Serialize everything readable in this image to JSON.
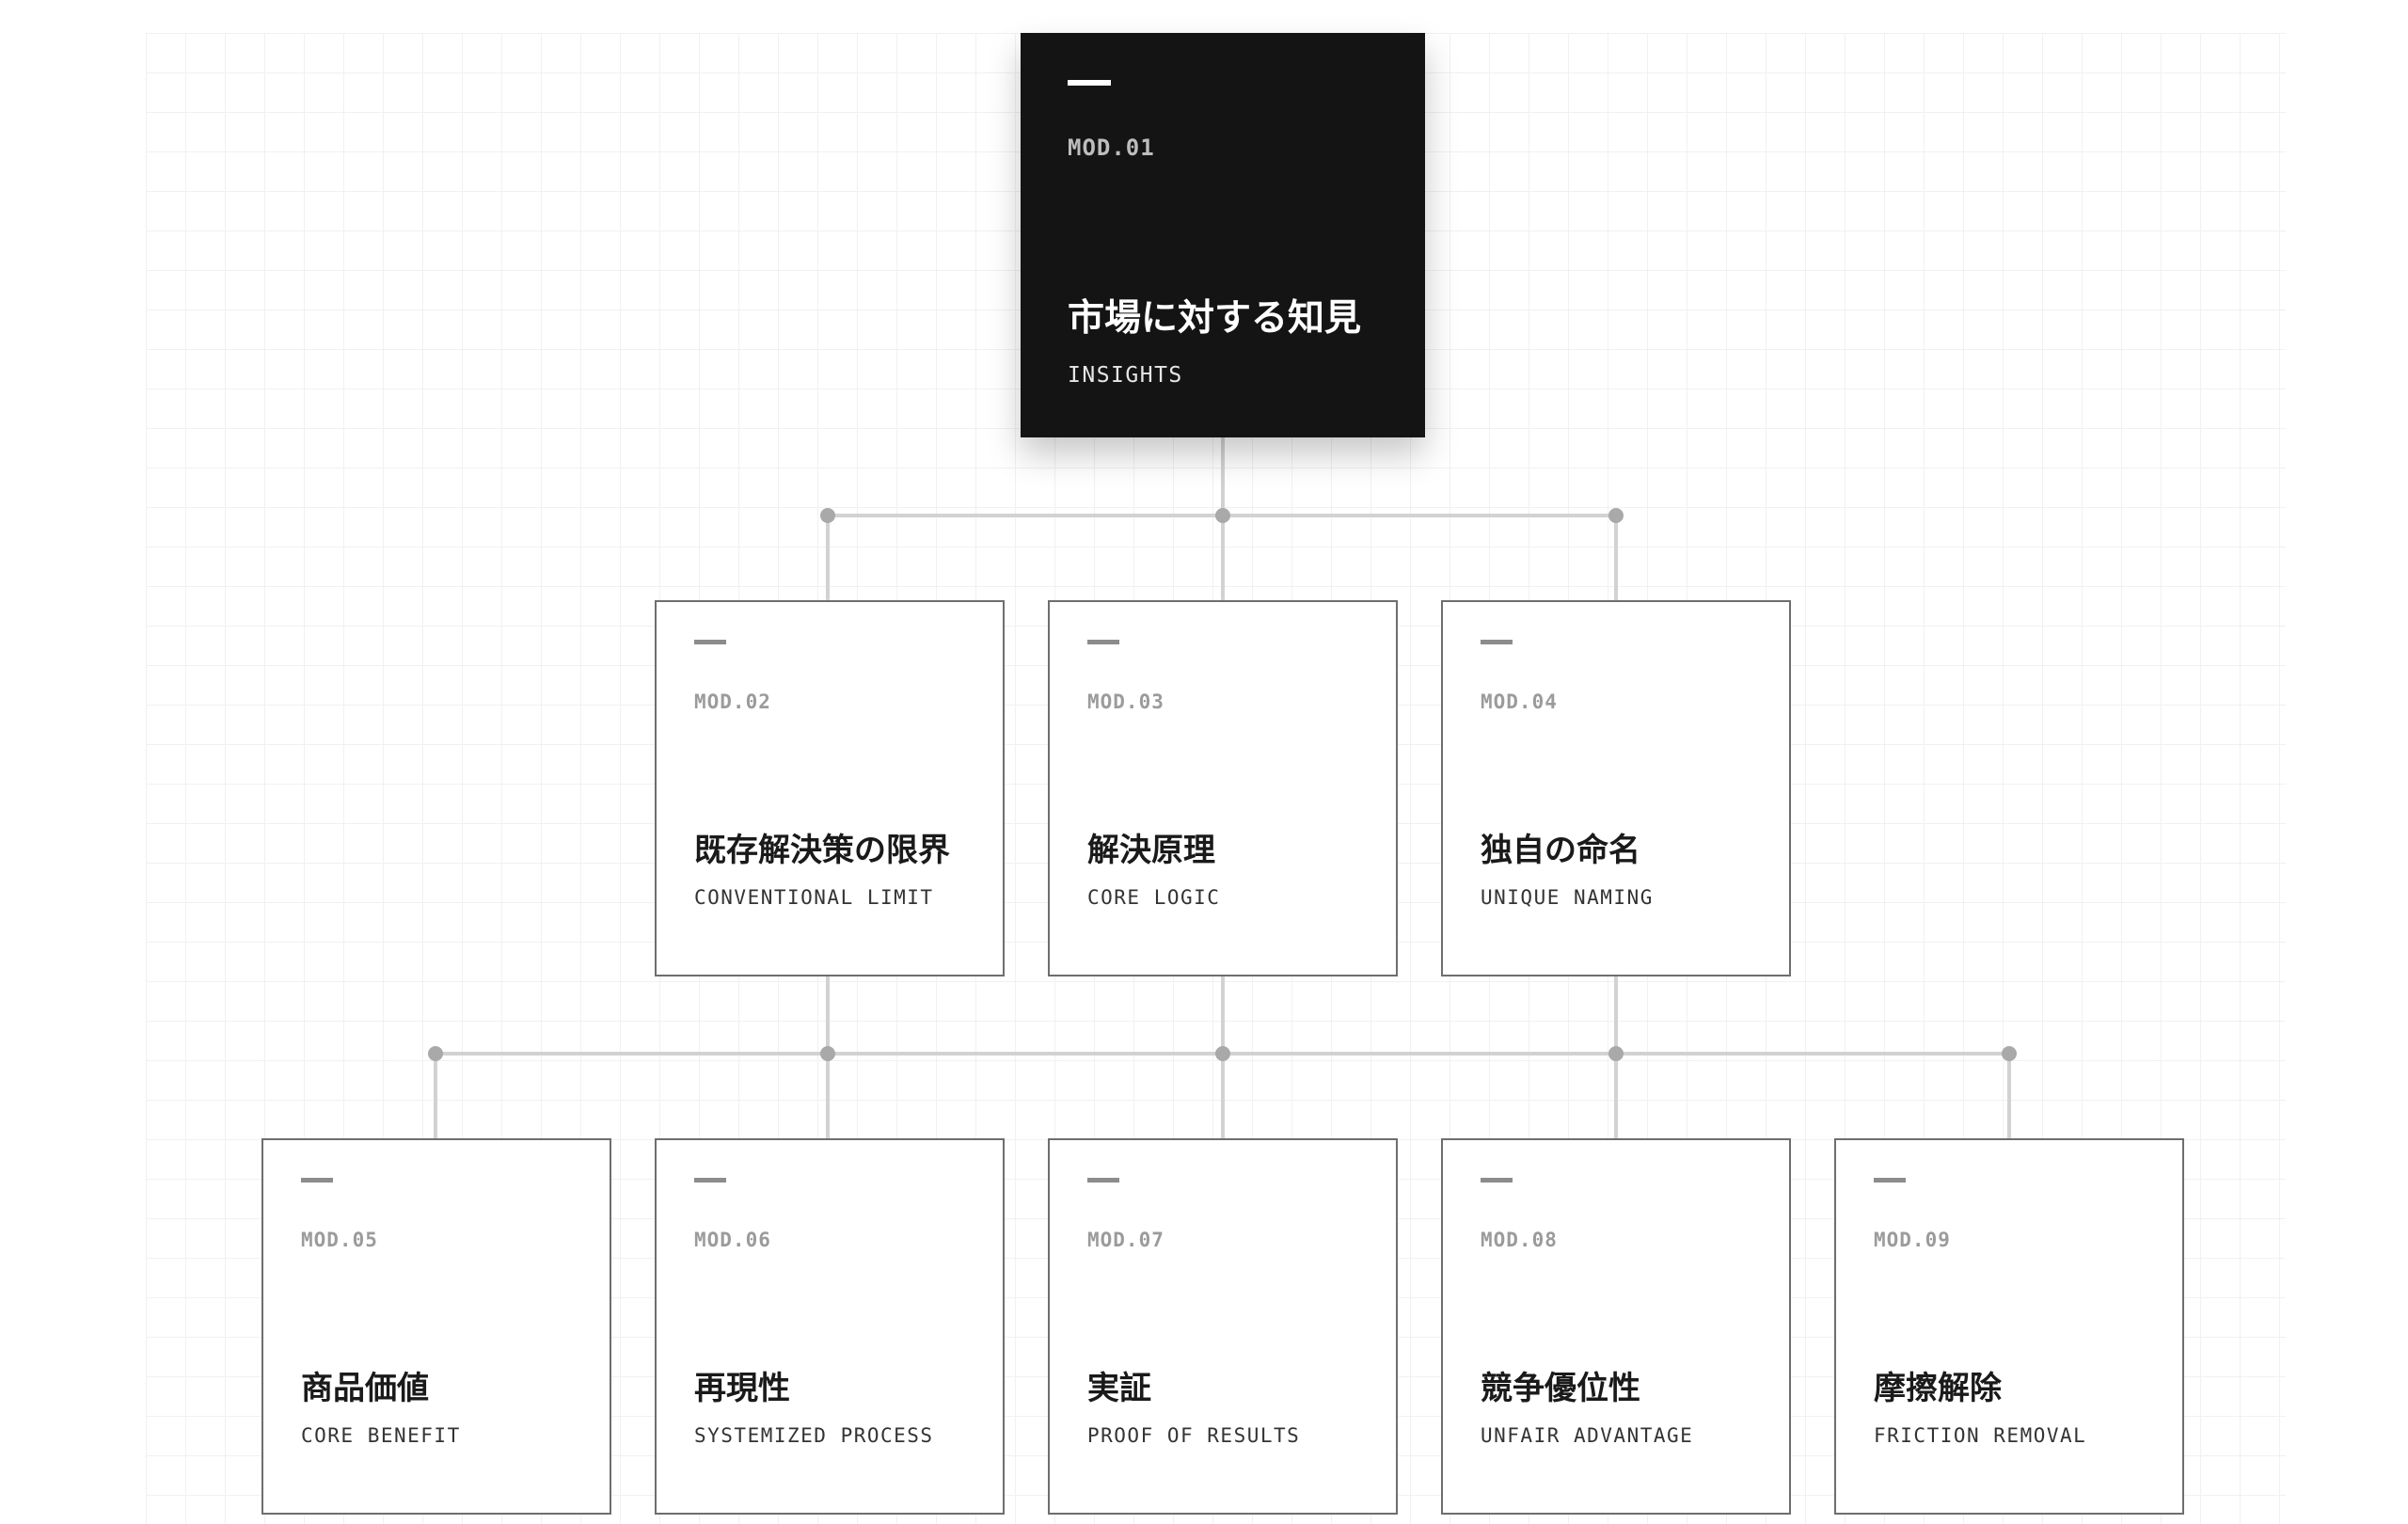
{
  "diagram": {
    "root": {
      "mod": "MOD.01",
      "title_jp": "市場に対する知見",
      "title_en": "INSIGHTS"
    },
    "level2": [
      {
        "mod": "MOD.02",
        "title_jp": "既存解決策の限界",
        "title_en": "CONVENTIONAL LIMIT"
      },
      {
        "mod": "MOD.03",
        "title_jp": "解決原理",
        "title_en": "CORE LOGIC"
      },
      {
        "mod": "MOD.04",
        "title_jp": "独自の命名",
        "title_en": "UNIQUE NAMING"
      }
    ],
    "level3": [
      {
        "mod": "MOD.05",
        "title_jp": "商品価値",
        "title_en": "CORE BENEFIT"
      },
      {
        "mod": "MOD.06",
        "title_jp": "再現性",
        "title_en": "SYSTEMIZED PROCESS"
      },
      {
        "mod": "MOD.07",
        "title_jp": "実証",
        "title_en": "PROOF OF RESULTS"
      },
      {
        "mod": "MOD.08",
        "title_jp": "競争優位性",
        "title_en": "UNFAIR ADVANTAGE"
      },
      {
        "mod": "MOD.09",
        "title_jp": "摩擦解除",
        "title_en": "FRICTION REMOVAL"
      }
    ]
  },
  "colors": {
    "root_background": "#141414",
    "card_border": "#6e6e6e",
    "connector": "#d2d2d2",
    "node_dot": "#a9a9a9"
  }
}
